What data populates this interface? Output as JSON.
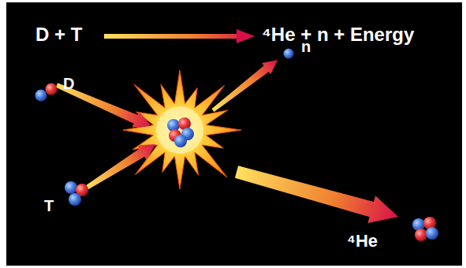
{
  "diagram": {
    "labels": [
      "D + T",
      "⁴He + n + Energy",
      "D",
      "n",
      "T",
      "⁴He"
    ]
  }
}
